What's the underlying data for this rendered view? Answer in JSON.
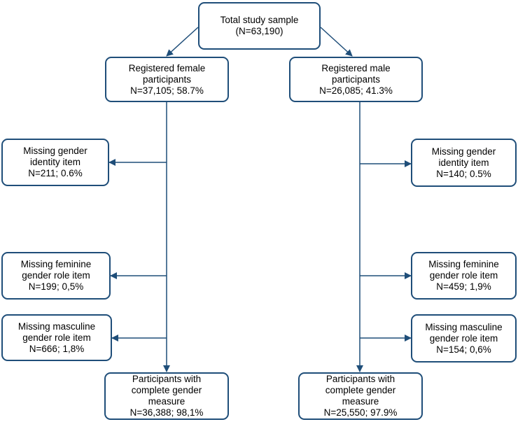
{
  "nodes": {
    "total": {
      "lines": [
        "Total study sample",
        "(N=63,190)"
      ]
    },
    "female": {
      "lines": [
        "Registered female",
        "participants",
        "N=37,105; 58.7%"
      ]
    },
    "male": {
      "lines": [
        "Registered male",
        "participants",
        "N=26,085; 41.3%"
      ]
    },
    "f_missing_identity": {
      "lines": [
        "Missing gender",
        "identity item",
        "N=211; 0.6%"
      ]
    },
    "m_missing_identity": {
      "lines": [
        "Missing gender",
        "identity item",
        "N=140; 0.5%"
      ]
    },
    "f_missing_feminine": {
      "lines": [
        "Missing feminine",
        "gender role item",
        "N=199; 0,5%"
      ]
    },
    "m_missing_feminine": {
      "lines": [
        "Missing feminine",
        "gender role item",
        "N=459; 1,9%"
      ]
    },
    "f_missing_masculine": {
      "lines": [
        "Missing masculine",
        "gender role item",
        "N=666; 1,8%"
      ]
    },
    "m_missing_masculine": {
      "lines": [
        "Missing masculine",
        "gender role item",
        "N=154; 0,6%"
      ]
    },
    "f_complete": {
      "lines": [
        "Participants with",
        "complete gender",
        "measure",
        "N=36,388; 98,1%"
      ]
    },
    "m_complete": {
      "lines": [
        "Participants with",
        "complete gender",
        "measure",
        "N=25,550; 97.9%"
      ]
    }
  },
  "colors": {
    "border": "#1f4e79",
    "line": "#1f4e79"
  }
}
